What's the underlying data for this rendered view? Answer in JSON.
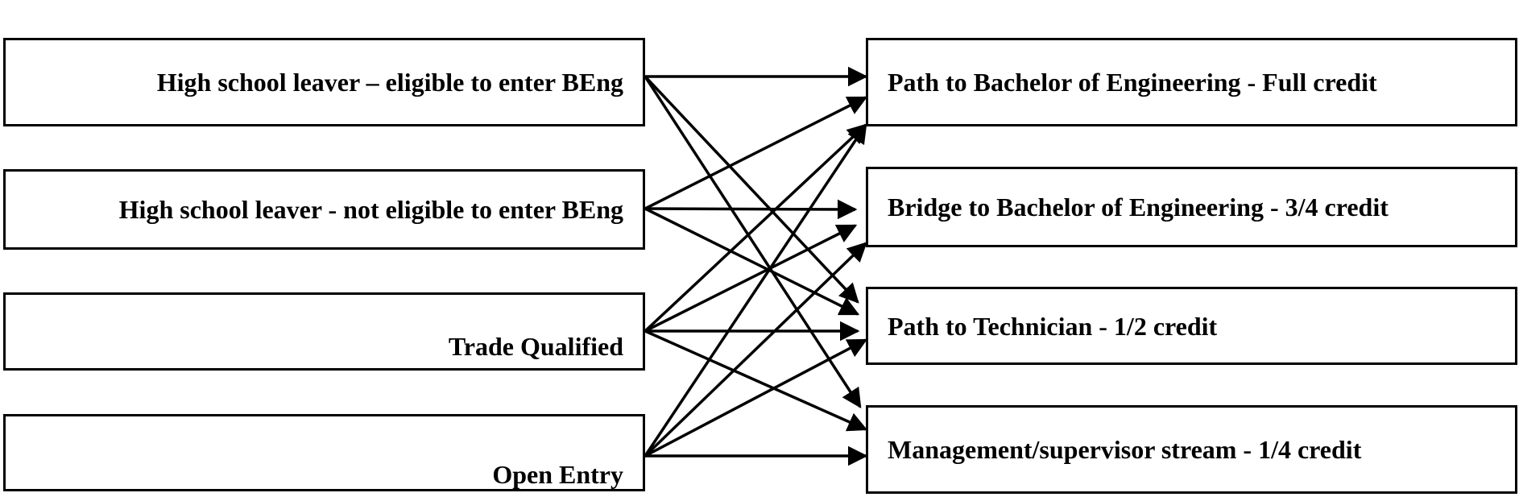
{
  "sources": [
    {
      "label": "High school leaver – eligible to enter BEng"
    },
    {
      "label": "High school leaver - not eligible to enter BEng"
    },
    {
      "label": "Trade Qualified"
    },
    {
      "label": "Open Entry"
    }
  ],
  "destinations": [
    {
      "label": "Path to Bachelor of Engineering - Full credit"
    },
    {
      "label": "Bridge to Bachelor of Engineering  - 3/4 credit"
    },
    {
      "label": "Path to Technician - 1/2 credit"
    },
    {
      "label": "Management/supervisor stream - 1/4 credit"
    }
  ],
  "links": [
    {
      "from": 0,
      "to": 0
    },
    {
      "from": 0,
      "to": 2
    },
    {
      "from": 0,
      "to": 3
    },
    {
      "from": 1,
      "to": 0
    },
    {
      "from": 1,
      "to": 1
    },
    {
      "from": 1,
      "to": 2
    },
    {
      "from": 2,
      "to": 0
    },
    {
      "from": 2,
      "to": 1
    },
    {
      "from": 2,
      "to": 2
    },
    {
      "from": 2,
      "to": 3
    },
    {
      "from": 3,
      "to": 0
    },
    {
      "from": 3,
      "to": 1
    },
    {
      "from": 3,
      "to": 2
    },
    {
      "from": 3,
      "to": 3
    }
  ],
  "colors": {
    "stroke": "#000000",
    "background": "#ffffff"
  }
}
